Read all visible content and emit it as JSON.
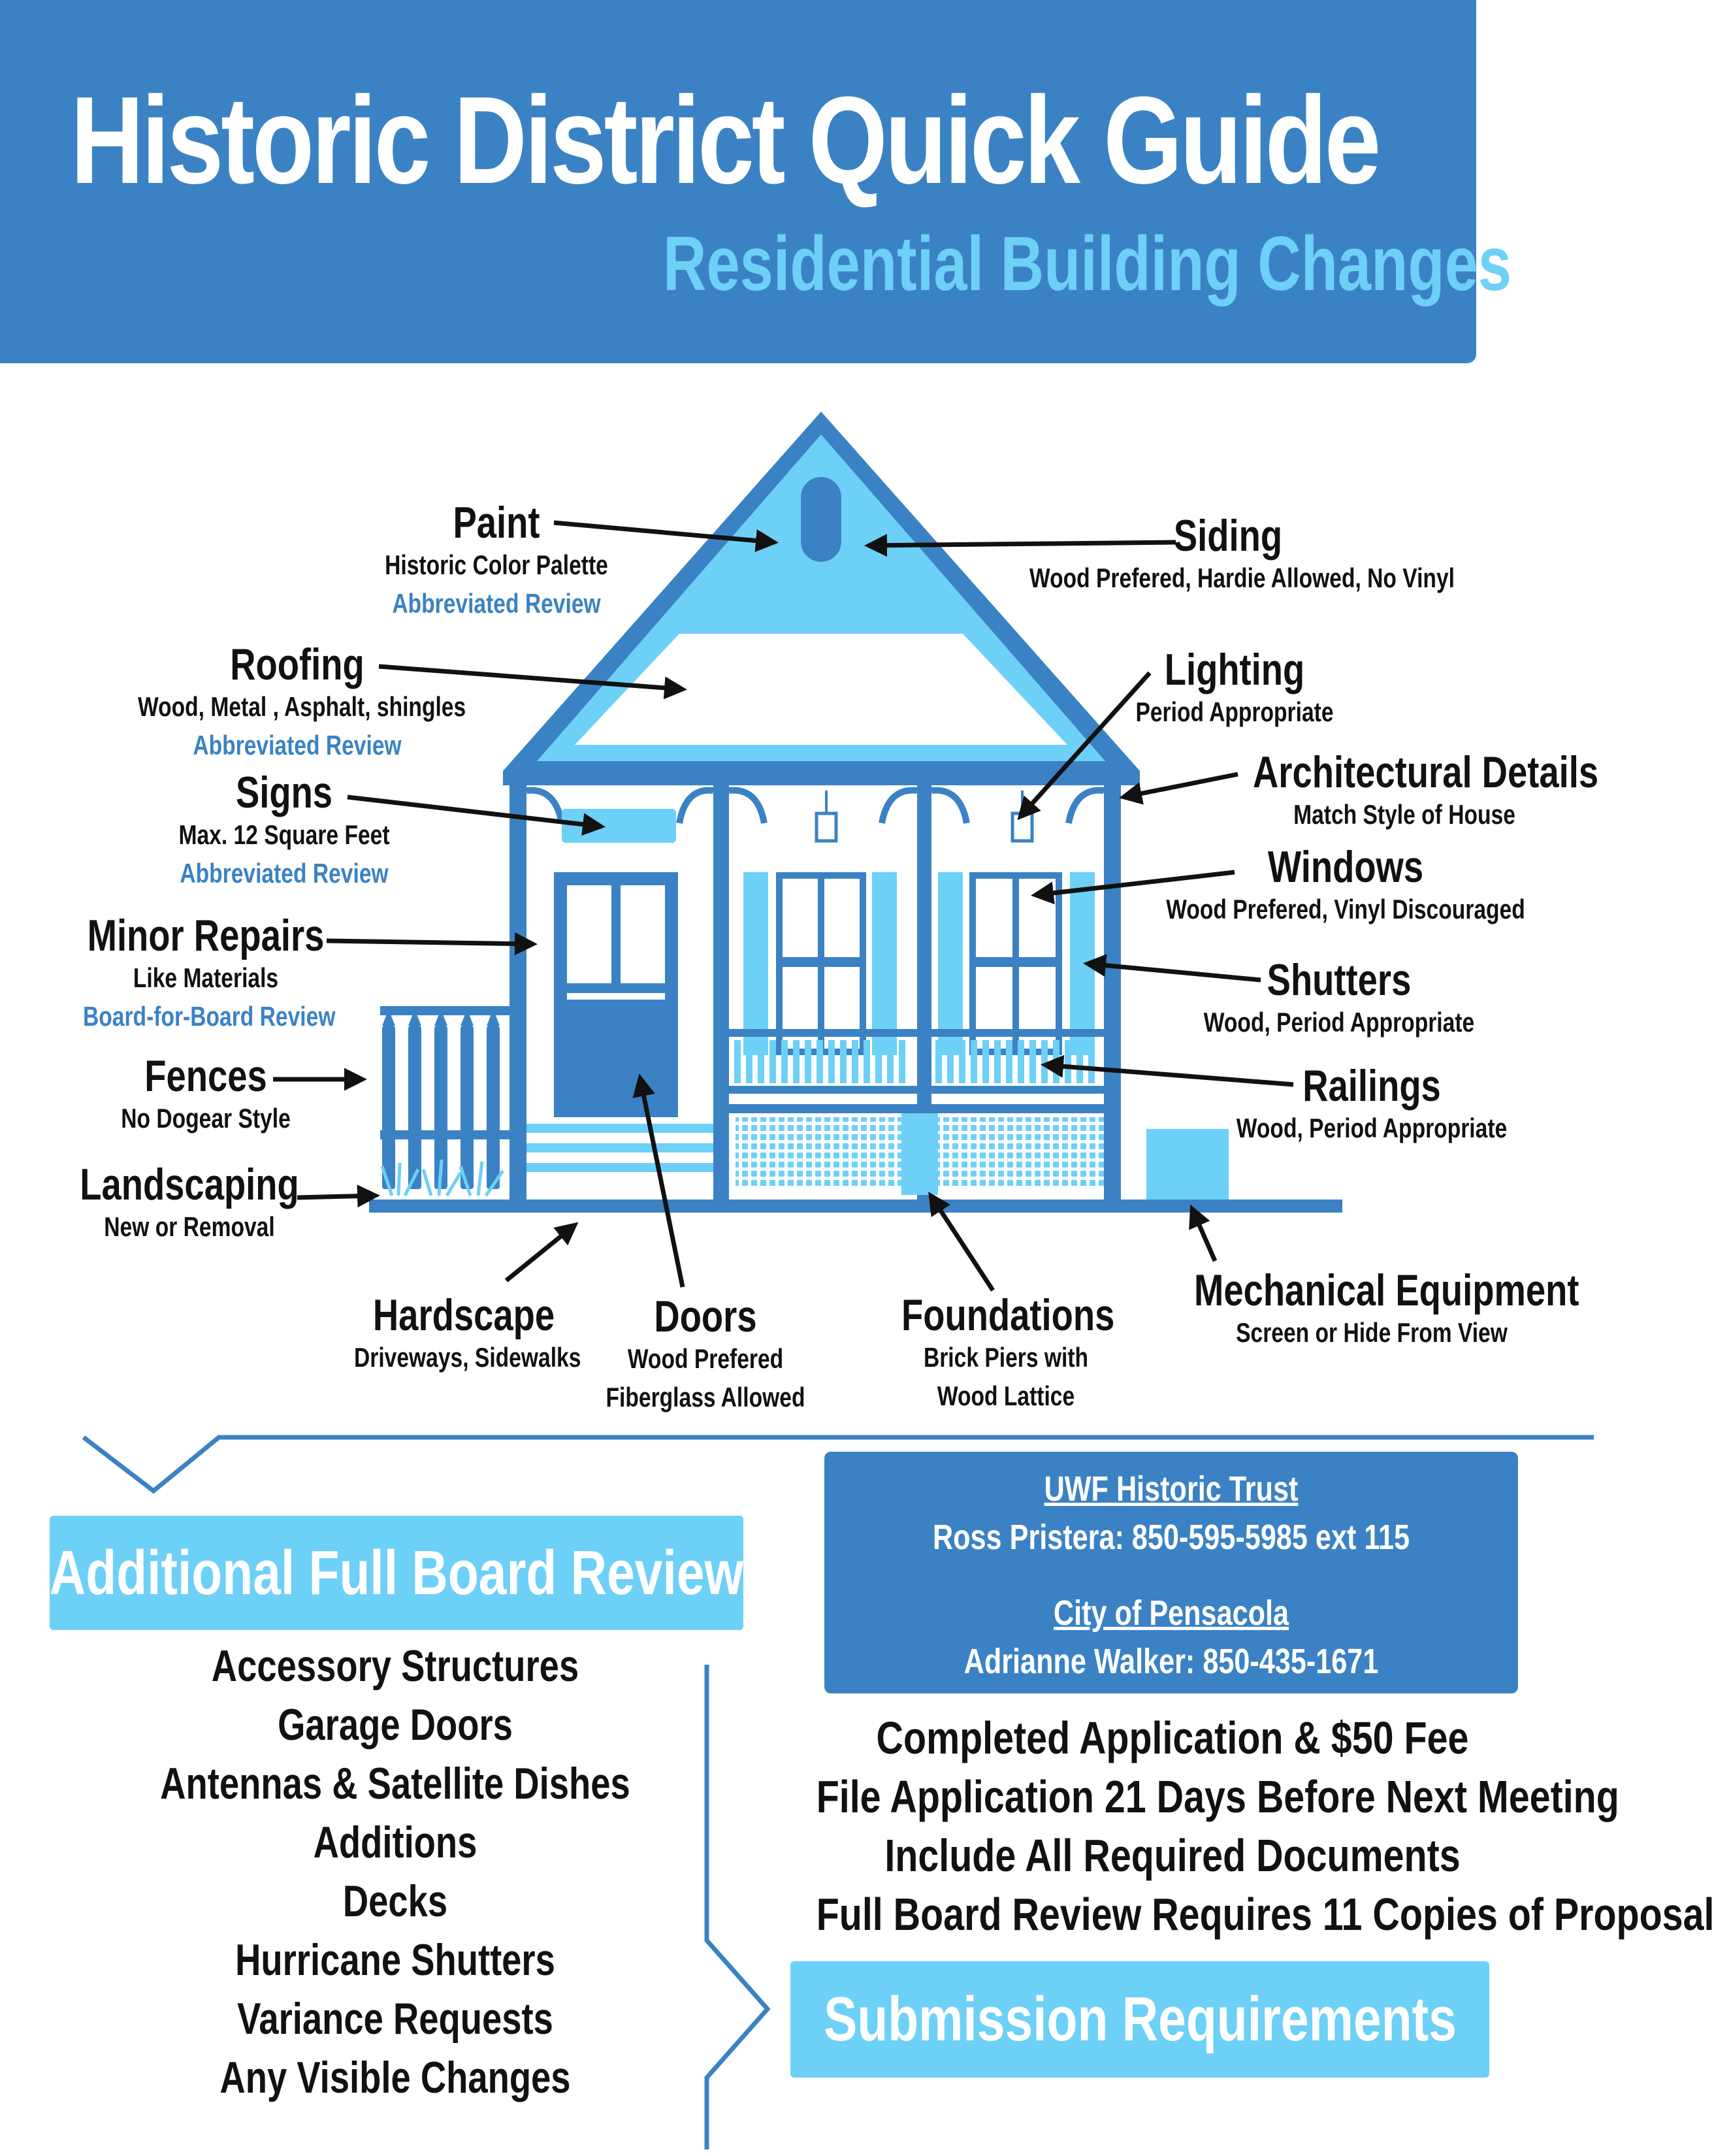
{
  "header": {
    "title": "Historic District Quick Guide",
    "subtitle": "Residential Building Changes"
  },
  "labels": {
    "paint": {
      "name": "Paint",
      "desc": "Historic Color Palette",
      "review": "Abbreviated Review"
    },
    "roofing": {
      "name": "Roofing",
      "desc": "Wood, Metal , Asphalt, shingles",
      "review": "Abbreviated Review"
    },
    "signs": {
      "name": "Signs",
      "desc": "Max. 12 Square Feet",
      "review": "Abbreviated Review"
    },
    "minor": {
      "name": "Minor Repairs",
      "desc": "Like Materials",
      "review": "Board-for-Board Review"
    },
    "fences": {
      "name": "Fences",
      "desc": "No Dogear Style"
    },
    "landscaping": {
      "name": "Landscaping",
      "desc": "New or Removal"
    },
    "hardscape": {
      "name": "Hardscape",
      "desc": "Driveways, Sidewalks"
    },
    "doors": {
      "name": "Doors",
      "desc": "Wood Prefered",
      "desc2": "Fiberglass Allowed"
    },
    "foundations": {
      "name": "Foundations",
      "desc": "Brick Piers with",
      "desc2": "Wood Lattice"
    },
    "mechanical": {
      "name": "Mechanical Equipment",
      "desc": "Screen or Hide From View"
    },
    "siding": {
      "name": "Siding",
      "desc": "Wood Prefered, Hardie Allowed, No Vinyl"
    },
    "lighting": {
      "name": "Lighting",
      "desc": "Period Appropriate"
    },
    "arch": {
      "name": "Architectural Details",
      "desc": "Match Style of House"
    },
    "windows": {
      "name": "Windows",
      "desc": "Wood Prefered, Vinyl Discouraged"
    },
    "shutters": {
      "name": "Shutters",
      "desc": "Wood, Period Appropriate"
    },
    "railings": {
      "name": "Railings",
      "desc": "Wood, Period Appropriate"
    }
  },
  "full_board": {
    "title": "Additional Full Board Review",
    "items": [
      "Accessory Structures",
      "Garage Doors",
      "Antennas & Satellite Dishes",
      "Additions",
      "Decks",
      "Hurricane Shutters",
      "Variance Requests",
      "Any Visible Changes"
    ]
  },
  "contacts": [
    {
      "org": "UWF Historic Trust",
      "person": "Ross Pristera: 850-595-5985 ext 115"
    },
    {
      "org": "City of Pensacola",
      "person": "Adrianne Walker: 850-435-1671"
    }
  ],
  "submission": {
    "title": "Submission Requirements",
    "items": [
      "Completed Application & $50 Fee",
      "File Application 21 Days Before Next Meeting",
      "Include All Required Documents",
      "Full Board Review Requires 11 Copies of Proposal"
    ]
  },
  "colors": {
    "primary": "#3b82c4",
    "accent": "#6dd0f7",
    "text": "#111111"
  }
}
